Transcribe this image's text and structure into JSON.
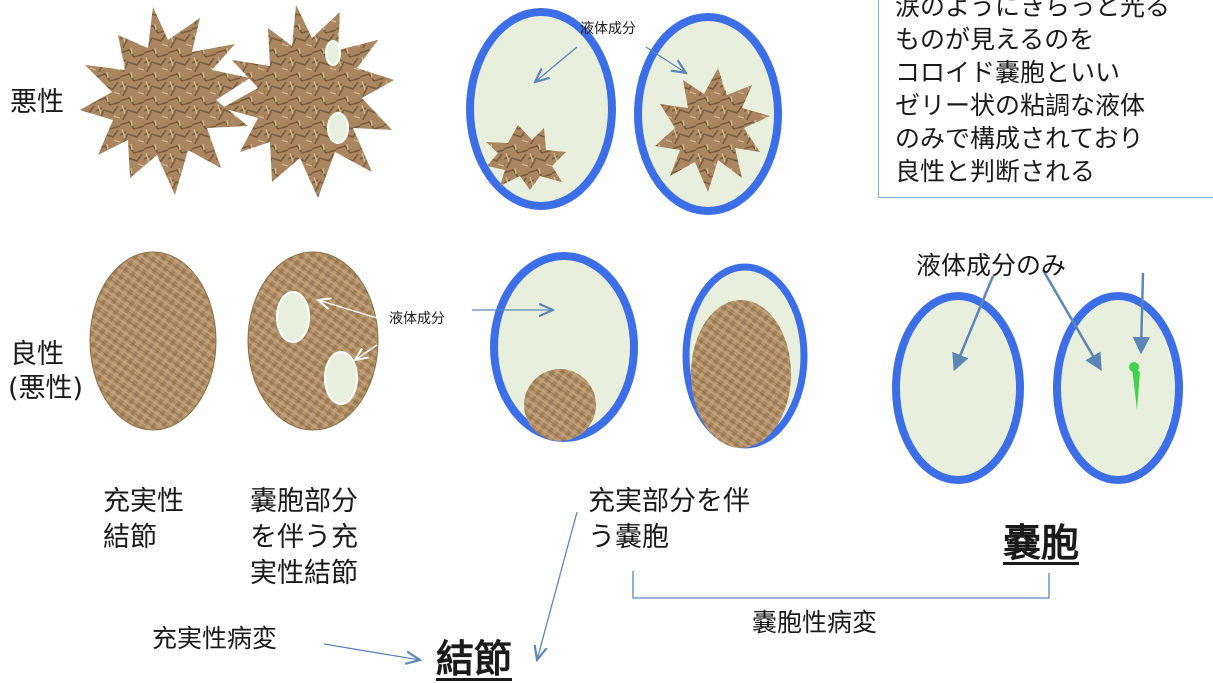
{
  "rows": {
    "malignant_label": "悪性",
    "benign_label_line1": "良性",
    "benign_label_line2": "(悪性)"
  },
  "annotations": {
    "fluid_top": "液体成分",
    "fluid_middle": "液体成分",
    "fluid_only": "液体成分のみ",
    "solid_lesion": "充実性病変",
    "cystic_lesion": "嚢胞性病変"
  },
  "captions": {
    "solid_nodule": [
      "充実性",
      "結節"
    ],
    "nodule_with_cyst": [
      "嚢胞部分",
      "を伴う充",
      "実性結節"
    ],
    "cyst_with_solid": [
      "充実部分を伴",
      "う嚢胞"
    ]
  },
  "groups": {
    "nodule": "結節",
    "cyst": "嚢胞"
  },
  "callout_lines": [
    "涙のようにきらっと光る",
    "ものが見えるのを",
    "コロイド嚢胞といい",
    "ゼリー状の粘調な液体",
    "のみで構成されており",
    "良性と判断される"
  ],
  "colors": {
    "ring": "#3c6ee8",
    "fluid": "#e9efdd",
    "tissue": "#a88660",
    "arrow": "#5a86b8",
    "highlight": "#3fd24a"
  }
}
